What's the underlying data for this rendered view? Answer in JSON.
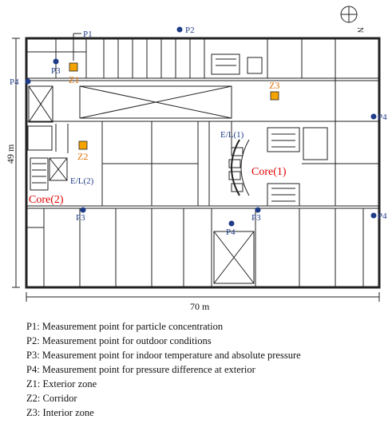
{
  "dimensions": {
    "height": "49 m",
    "width": "70 m"
  },
  "compass": {
    "north_label": "N"
  },
  "labels": {
    "p1": "P1",
    "p2": "P2",
    "p3": "P3",
    "p4": "P4",
    "z1": "Z1",
    "z2": "Z2",
    "z3": "Z3",
    "el1": "E/L(1)",
    "el2": "E/L(2)",
    "core1": "Core(1)",
    "core2": "Core(2)"
  },
  "legend": [
    "P1: Measurement point for particle concentration",
    "P2: Measurement point for outdoor conditions",
    "P3: Measurement point for indoor temperature and absolute pressure",
    "P4: Measurement point for pressure difference at exterior",
    "Z1: Exterior zone",
    "Z2: Corridor",
    "Z3: Interior zone"
  ],
  "colors": {
    "marker": "#1f3c88",
    "zone_fill": "#f4a300",
    "zone_text": "#e07000",
    "core_text": "#e00000",
    "wall": "#222222"
  }
}
